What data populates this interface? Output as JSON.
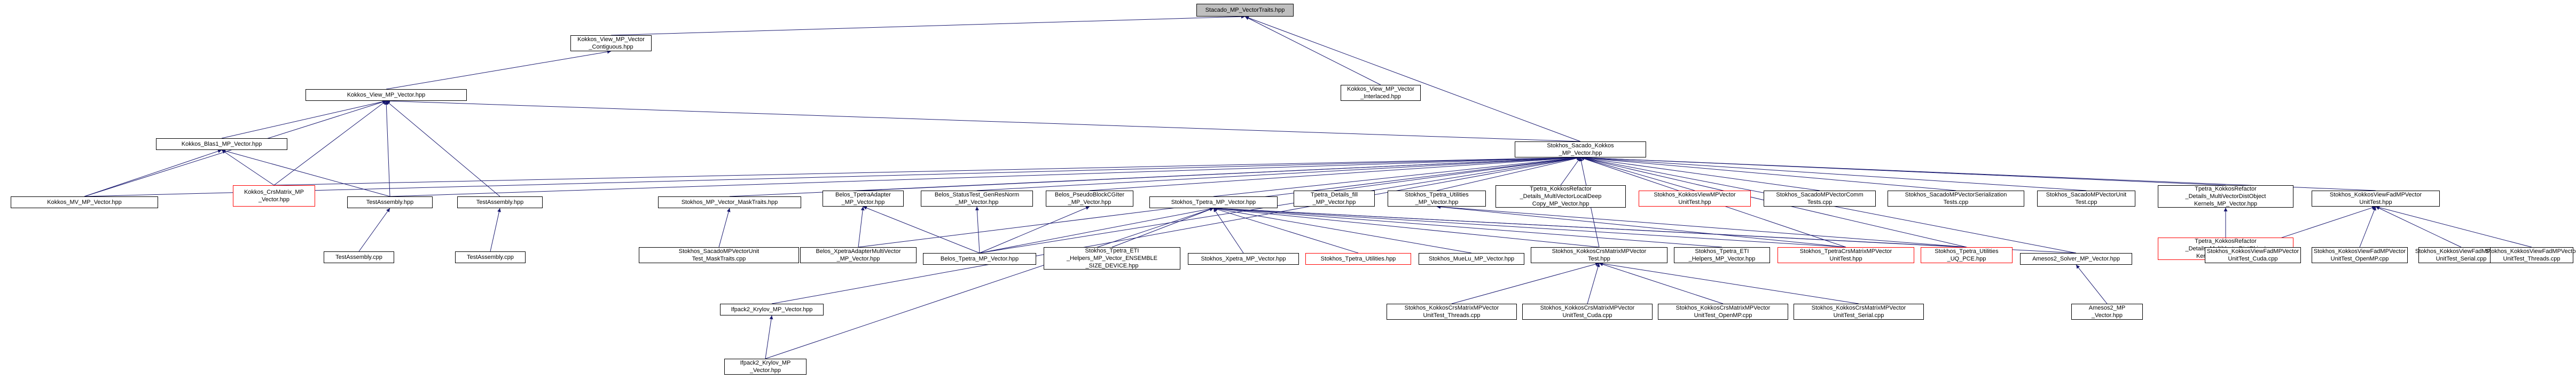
{
  "diagram": {
    "type": "include-dependency-graph",
    "root": "n0",
    "nodes": [
      {
        "id": "n0",
        "lines": [
          "Stacado_MP_VectorTraits.hpp"
        ],
        "style": "root"
      },
      {
        "id": "n1",
        "lines": [
          "Kokkos_View_MP_Vector",
          "_Contiguous.hpp"
        ]
      },
      {
        "id": "n2",
        "lines": [
          "Kokkos_View_MP_Vector",
          "_Interlaced.hpp"
        ]
      },
      {
        "id": "n3",
        "lines": [
          "Kokkos_View_MP_Vector.hpp"
        ]
      },
      {
        "id": "n4",
        "lines": [
          "Stokhos_Sacado_Kokkos",
          "_MP_Vector.hpp"
        ]
      },
      {
        "id": "n5",
        "lines": [
          "Kokkos_Blas1_MP_Vector.hpp"
        ]
      },
      {
        "id": "n6",
        "lines": [
          "Kokkos_MV_MP_Vector.hpp"
        ]
      },
      {
        "id": "n7",
        "lines": [
          "Kokkos_CrsMatrix_MP",
          "_Vector.hpp"
        ],
        "style": "red"
      },
      {
        "id": "n8",
        "lines": [
          "TestAssembly.hpp"
        ]
      },
      {
        "id": "n9",
        "lines": [
          "TestAssembly.hpp"
        ]
      },
      {
        "id": "n10",
        "lines": [
          "TestAssembly.cpp"
        ]
      },
      {
        "id": "n11",
        "lines": [
          "TestAssembly.cpp"
        ]
      },
      {
        "id": "n12",
        "lines": [
          "Stokhos_MP_Vector_MaskTraits.hpp"
        ]
      },
      {
        "id": "n13",
        "lines": [
          "Stokhos_SacadoMPVectorUnit",
          "Test_MaskTraits.cpp"
        ]
      },
      {
        "id": "n14",
        "lines": [
          "Belos_TpetraAdapter",
          "_MP_Vector.hpp"
        ]
      },
      {
        "id": "n15",
        "lines": [
          "Belos_StatusTest_GenResNorm",
          "_MP_Vector.hpp"
        ]
      },
      {
        "id": "n16",
        "lines": [
          "Belos_PseudoBlockCGIter",
          "_MP_Vector.hpp"
        ]
      },
      {
        "id": "n17",
        "lines": [
          "Stokhos_Tpetra_MP_Vector.hpp"
        ]
      },
      {
        "id": "n18",
        "lines": [
          "Tpetra_Details_fill",
          "_MP_Vector.hpp"
        ]
      },
      {
        "id": "n19",
        "lines": [
          "Stokhos_Tpetra_Utilities",
          "_MP_Vector.hpp"
        ]
      },
      {
        "id": "n20",
        "lines": [
          "Tpetra_KokkosRefactor",
          "_Details_MultiVectorLocalDeep",
          "Copy_MP_Vector.hpp"
        ]
      },
      {
        "id": "n21",
        "lines": [
          "Stokhos_KokkosViewMPVector",
          "UnitTest.hpp"
        ],
        "style": "red"
      },
      {
        "id": "n22",
        "lines": [
          "Stokhos_SacadoMPVectorComm",
          "Tests.cpp"
        ]
      },
      {
        "id": "n23",
        "lines": [
          "Stokhos_SacadoMPVectorSerialization",
          "Tests.cpp"
        ]
      },
      {
        "id": "n24",
        "lines": [
          "Stokhos_SacadoMPVectorUnit",
          "Test.cpp"
        ]
      },
      {
        "id": "n25",
        "lines": [
          "Tpetra_KokkosRefactor",
          "_Details_MultiVectorDistObject",
          "Kernels_MP_Vector.hpp"
        ]
      },
      {
        "id": "n26",
        "lines": [
          "Tpetra_KokkosRefactor",
          "_Details_MultiVectorDistObject",
          "Kernels_UQ_PCE.hpp"
        ],
        "style": "red"
      },
      {
        "id": "n27",
        "lines": [
          "Stokhos_KokkosViewFadMPVector",
          "UnitTest.hpp"
        ]
      },
      {
        "id": "n28",
        "lines": [
          "Stokhos_KokkosViewFadMPVector",
          "UnitTest_Cuda.cpp"
        ]
      },
      {
        "id": "n29",
        "lines": [
          "Stokhos_KokkosViewFadMPVector",
          "UnitTest_OpenMP.cpp"
        ]
      },
      {
        "id": "n30",
        "lines": [
          "Stokhos_KokkosViewFadMPVector",
          "UnitTest_Serial.cpp"
        ]
      },
      {
        "id": "n31",
        "lines": [
          "Stokhos_KokkosViewFadMPVector",
          "UnitTest_Threads.cpp"
        ]
      },
      {
        "id": "n32",
        "lines": [
          "Stokhos_SacadoMPVectorUnit",
          "Test_MaskTraits.cpp"
        ]
      },
      {
        "id": "n33",
        "lines": [
          "Belos_XpetraAdapterMultiVector",
          "_MP_Vector.hpp"
        ]
      },
      {
        "id": "n34",
        "lines": [
          "Belos_Tpetra_MP_Vector.hpp"
        ]
      },
      {
        "id": "n35",
        "lines": [
          "Stokhos_Tpetra_ETI",
          "_Helpers_MP_Vector_ENSEMBLE",
          "_SIZE_DEVICE.hpp"
        ]
      },
      {
        "id": "n36",
        "lines": [
          "Stokhos_Xpetra_MP_Vector.hpp"
        ]
      },
      {
        "id": "n37",
        "lines": [
          "Stokhos_Tpetra_Utilities.hpp"
        ],
        "style": "red"
      },
      {
        "id": "n38",
        "lines": [
          "Stokhos_MueLu_MP_Vector.hpp"
        ]
      },
      {
        "id": "n39",
        "lines": [
          "Stokhos_KokkosCrsMatrixMPVector",
          "Test.hpp"
        ]
      },
      {
        "id": "n40",
        "lines": [
          "Stokhos_Tpetra_ETI",
          "_Helpers_MP_Vector.hpp"
        ]
      },
      {
        "id": "n41",
        "lines": [
          "Stokhos_TpetraCrsMatrixMPVector",
          "UnitTest.hpp"
        ],
        "style": "red"
      },
      {
        "id": "n42",
        "lines": [
          "Stokhos_Tpetra_Utilities",
          "_UQ_PCE.hpp"
        ],
        "style": "red"
      },
      {
        "id": "n43",
        "lines": [
          "Amesos2_Solver_MP_Vector.hpp"
        ]
      },
      {
        "id": "n44",
        "lines": [
          "Ifpack2_Krylov_MP_Vector.hpp"
        ]
      },
      {
        "id": "n45",
        "lines": [
          "Ifpack2_Krylov_MP",
          "_Vector.hpp"
        ]
      },
      {
        "id": "n46",
        "lines": [
          "Stokhos_KokkosCrsMatrixMPVector",
          "UnitTest_Threads.cpp"
        ]
      },
      {
        "id": "n47",
        "lines": [
          "Stokhos_KokkosCrsMatrixMPVector",
          "UnitTest_Cuda.cpp"
        ]
      },
      {
        "id": "n48",
        "lines": [
          "Stokhos_KokkosCrsMatrixMPVector",
          "UnitTest_OpenMP.cpp"
        ]
      },
      {
        "id": "n49",
        "lines": [
          "Stokhos_KokkosCrsMatrixMPVector",
          "UnitTest_Serial.cpp"
        ]
      },
      {
        "id": "n50",
        "lines": [
          "Amesos2_MP",
          "_Vector.hpp"
        ]
      }
    ],
    "edges": [
      [
        "n1",
        "n0"
      ],
      [
        "n2",
        "n0"
      ],
      [
        "n4",
        "n0"
      ],
      [
        "n3",
        "n1"
      ],
      [
        "n5",
        "n3"
      ],
      [
        "n6",
        "n3"
      ],
      [
        "n7",
        "n3"
      ],
      [
        "n8",
        "n3"
      ],
      [
        "n9",
        "n3"
      ],
      [
        "n4",
        "n3"
      ],
      [
        "n6",
        "n5"
      ],
      [
        "n7",
        "n5"
      ],
      [
        "n8",
        "n5"
      ],
      [
        "n10",
        "n8"
      ],
      [
        "n11",
        "n9"
      ],
      [
        "n6",
        "n4"
      ],
      [
        "n7",
        "n4"
      ],
      [
        "n8",
        "n4"
      ],
      [
        "n12",
        "n4"
      ],
      [
        "n14",
        "n4"
      ],
      [
        "n15",
        "n4"
      ],
      [
        "n16",
        "n4"
      ],
      [
        "n17",
        "n4"
      ],
      [
        "n18",
        "n4"
      ],
      [
        "n19",
        "n4"
      ],
      [
        "n20",
        "n4"
      ],
      [
        "n21",
        "n4"
      ],
      [
        "n22",
        "n4"
      ],
      [
        "n23",
        "n4"
      ],
      [
        "n24",
        "n4"
      ],
      [
        "n25",
        "n4"
      ],
      [
        "n27",
        "n4"
      ],
      [
        "n33",
        "n4"
      ],
      [
        "n34",
        "n4"
      ],
      [
        "n39",
        "n4"
      ],
      [
        "n41",
        "n4"
      ],
      [
        "n43",
        "n4"
      ],
      [
        "n44",
        "n4"
      ],
      [
        "n42",
        "n4"
      ],
      [
        "n13",
        "n12"
      ],
      [
        "n33",
        "n14"
      ],
      [
        "n34",
        "n14"
      ],
      [
        "n34",
        "n15"
      ],
      [
        "n34",
        "n16"
      ],
      [
        "n34",
        "n17"
      ],
      [
        "n35",
        "n17"
      ],
      [
        "n36",
        "n17"
      ],
      [
        "n37",
        "n17"
      ],
      [
        "n38",
        "n17"
      ],
      [
        "n39",
        "n17"
      ],
      [
        "n40",
        "n17"
      ],
      [
        "n41",
        "n17"
      ],
      [
        "n42",
        "n17"
      ],
      [
        "n43",
        "n17"
      ],
      [
        "n45",
        "n17"
      ],
      [
        "n41",
        "n19"
      ],
      [
        "n42",
        "n19"
      ],
      [
        "n26",
        "n25"
      ],
      [
        "n28",
        "n27"
      ],
      [
        "n29",
        "n27"
      ],
      [
        "n30",
        "n27"
      ],
      [
        "n31",
        "n27"
      ],
      [
        "n46",
        "n39"
      ],
      [
        "n47",
        "n39"
      ],
      [
        "n48",
        "n39"
      ],
      [
        "n49",
        "n39"
      ],
      [
        "n50",
        "n43"
      ],
      [
        "n45",
        "n44"
      ]
    ]
  }
}
